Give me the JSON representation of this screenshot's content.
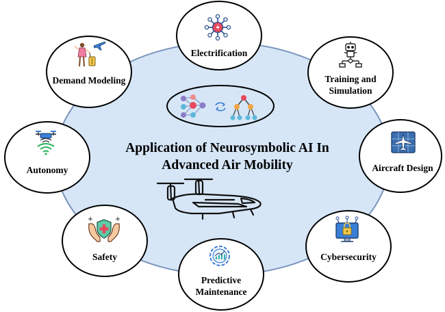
{
  "diagram": {
    "title_line1": "Application of Neurosymbolic AI In",
    "title_line2": "Advanced Air Mobility",
    "colors": {
      "ellipse_fill": "#d6e6f7",
      "ellipse_stroke": "#7a95bd",
      "node_fill": "#ffffff",
      "node_stroke": "#000000",
      "accent_red": "#e8485a",
      "accent_blue": "#3a7fd5",
      "accent_teal": "#2bb0a8"
    },
    "center_icon": "neural-network-to-symbolic-tree-icon",
    "vehicle_icon": "evtol-aircraft-icon",
    "nodes": [
      {
        "id": "electrification",
        "label_lines": [
          "Electrification"
        ],
        "icon": "electric-hub-icon"
      },
      {
        "id": "training",
        "label_lines": [
          "Training and",
          "Simulation"
        ],
        "icon": "robot-flowchart-icon"
      },
      {
        "id": "aircraft-design",
        "label_lines": [
          "Aircraft Design"
        ],
        "icon": "aircraft-blueprint-icon"
      },
      {
        "id": "cybersecurity",
        "label_lines": [
          "Cybersecurity"
        ],
        "icon": "monitor-lock-icon"
      },
      {
        "id": "predictive-maintenance",
        "label_lines": [
          "Predictive",
          "Maintenance"
        ],
        "icon": "gear-chart-icon"
      },
      {
        "id": "safety",
        "label_lines": [
          "Safety"
        ],
        "icon": "hands-shield-icon"
      },
      {
        "id": "autonomy",
        "label_lines": [
          "Autonomy"
        ],
        "icon": "drone-wifi-icon"
      },
      {
        "id": "demand-modeling",
        "label_lines": [
          "Demand Modeling"
        ],
        "icon": "traveler-plane-icon"
      }
    ]
  }
}
